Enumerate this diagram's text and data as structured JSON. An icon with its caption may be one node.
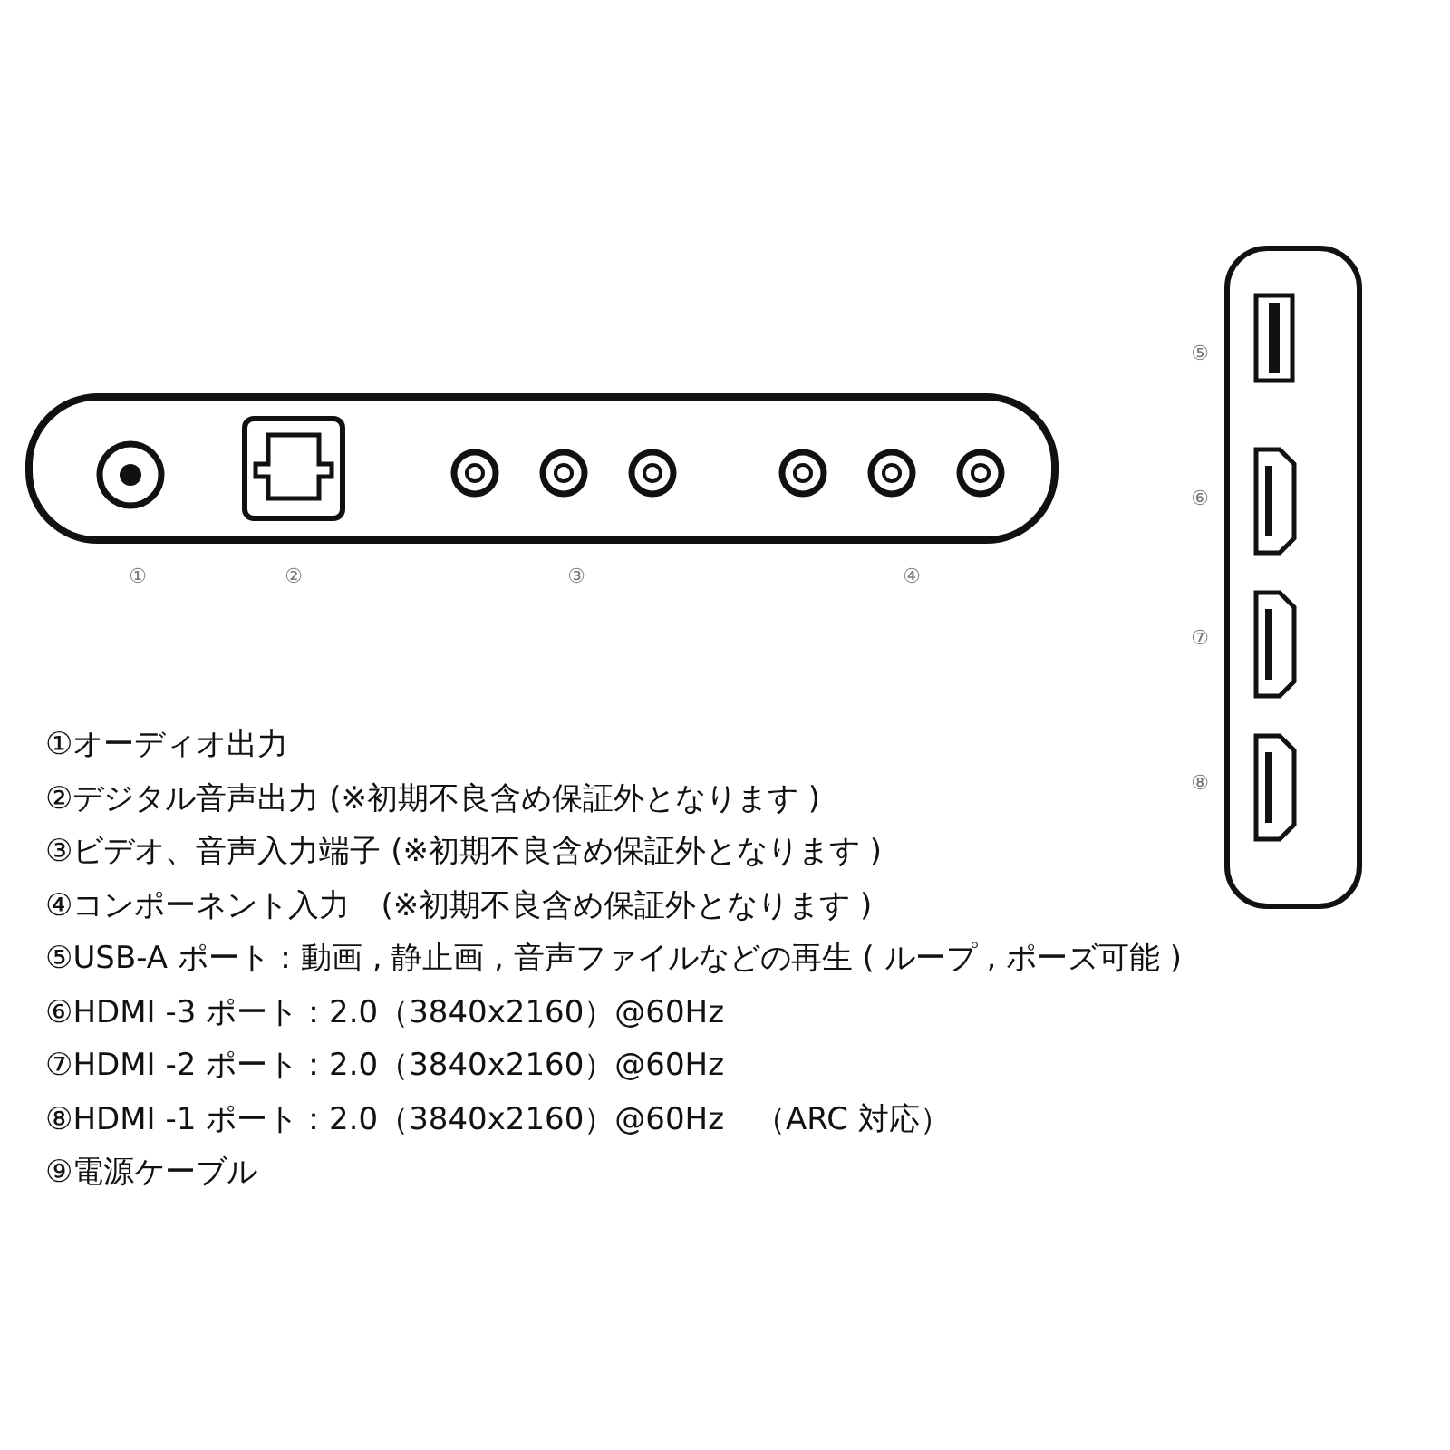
{
  "diagram": {
    "labels": [
      "①",
      "②",
      "③",
      "④",
      "⑤",
      "⑥",
      "⑦",
      "⑧",
      "①オーディオ出力",
      "②デジタル音声出力 (※初期不良含め保証外となります )",
      "③ビデオ、音声入力端子 (※初期不良含め保証外となります )",
      "④コンポーネント入力　(※初期不良含め保証外となります )",
      "⑤USB-A ポート：動画 , 静止画 , 音声ファイルなどの再生 ( ループ , ポーズ可能 )",
      "⑥HDMI -3 ポート：2.0（3840x2160）@60Hz",
      "⑦HDMI -2 ポート：2.0（3840x2160）@60Hz",
      "⑧HDMI -1 ポート：2.0（3840x2160）@60Hz　（ARC 対応）",
      "⑨電源ケーブル"
    ]
  }
}
